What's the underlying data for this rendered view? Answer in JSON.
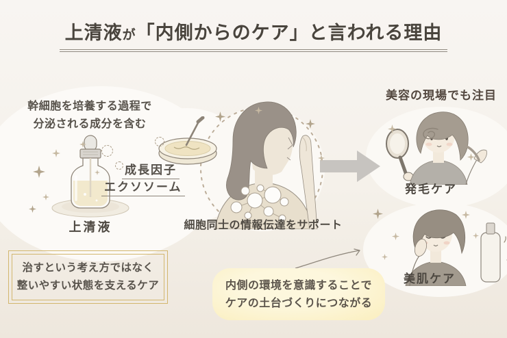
{
  "title": {
    "part1": "上清液",
    "part2": "が",
    "part3": "「内側からのケア」",
    "part4": "と言われる理由"
  },
  "left": {
    "note_line1": "幹細胞を培養する過程で",
    "note_line2": "分泌される成分を含む",
    "growth_factor_label": "成長因子",
    "exosome_label": "エクソソーム",
    "bottle_label": "上清液"
  },
  "center": {
    "caption": "細胞同士の情報伝達をサポート"
  },
  "right": {
    "heading": "美容の現場でも注目",
    "hair_care_label": "発毛ケア",
    "skin_care_label": "美肌ケア"
  },
  "bottom_left_box": {
    "line1": "治すという考え方ではなく",
    "line2": "整いやすい状態を支えるケア"
  },
  "bottom_center_box": {
    "line1": "内側の環境を意識することで",
    "line2": "ケアの土台づくりにつながる"
  },
  "icons": {
    "sparkle": "four-pointed-star",
    "microbe": "dashed-circle-doodle",
    "arrow_right": "block-arrow-right",
    "curved_arrow": "thin-curved-arrow",
    "squiggle": "hair-swirl"
  },
  "colors": {
    "background_top": "#f8f5f2",
    "background_bottom": "#eee7dd",
    "text_dark": "#49443d",
    "gold_border": "#d2b66e",
    "highlight_yellow": "#faedb9",
    "arrow_gray": "#c7c4c0",
    "liquid_yellow": "#f2e9cd"
  }
}
